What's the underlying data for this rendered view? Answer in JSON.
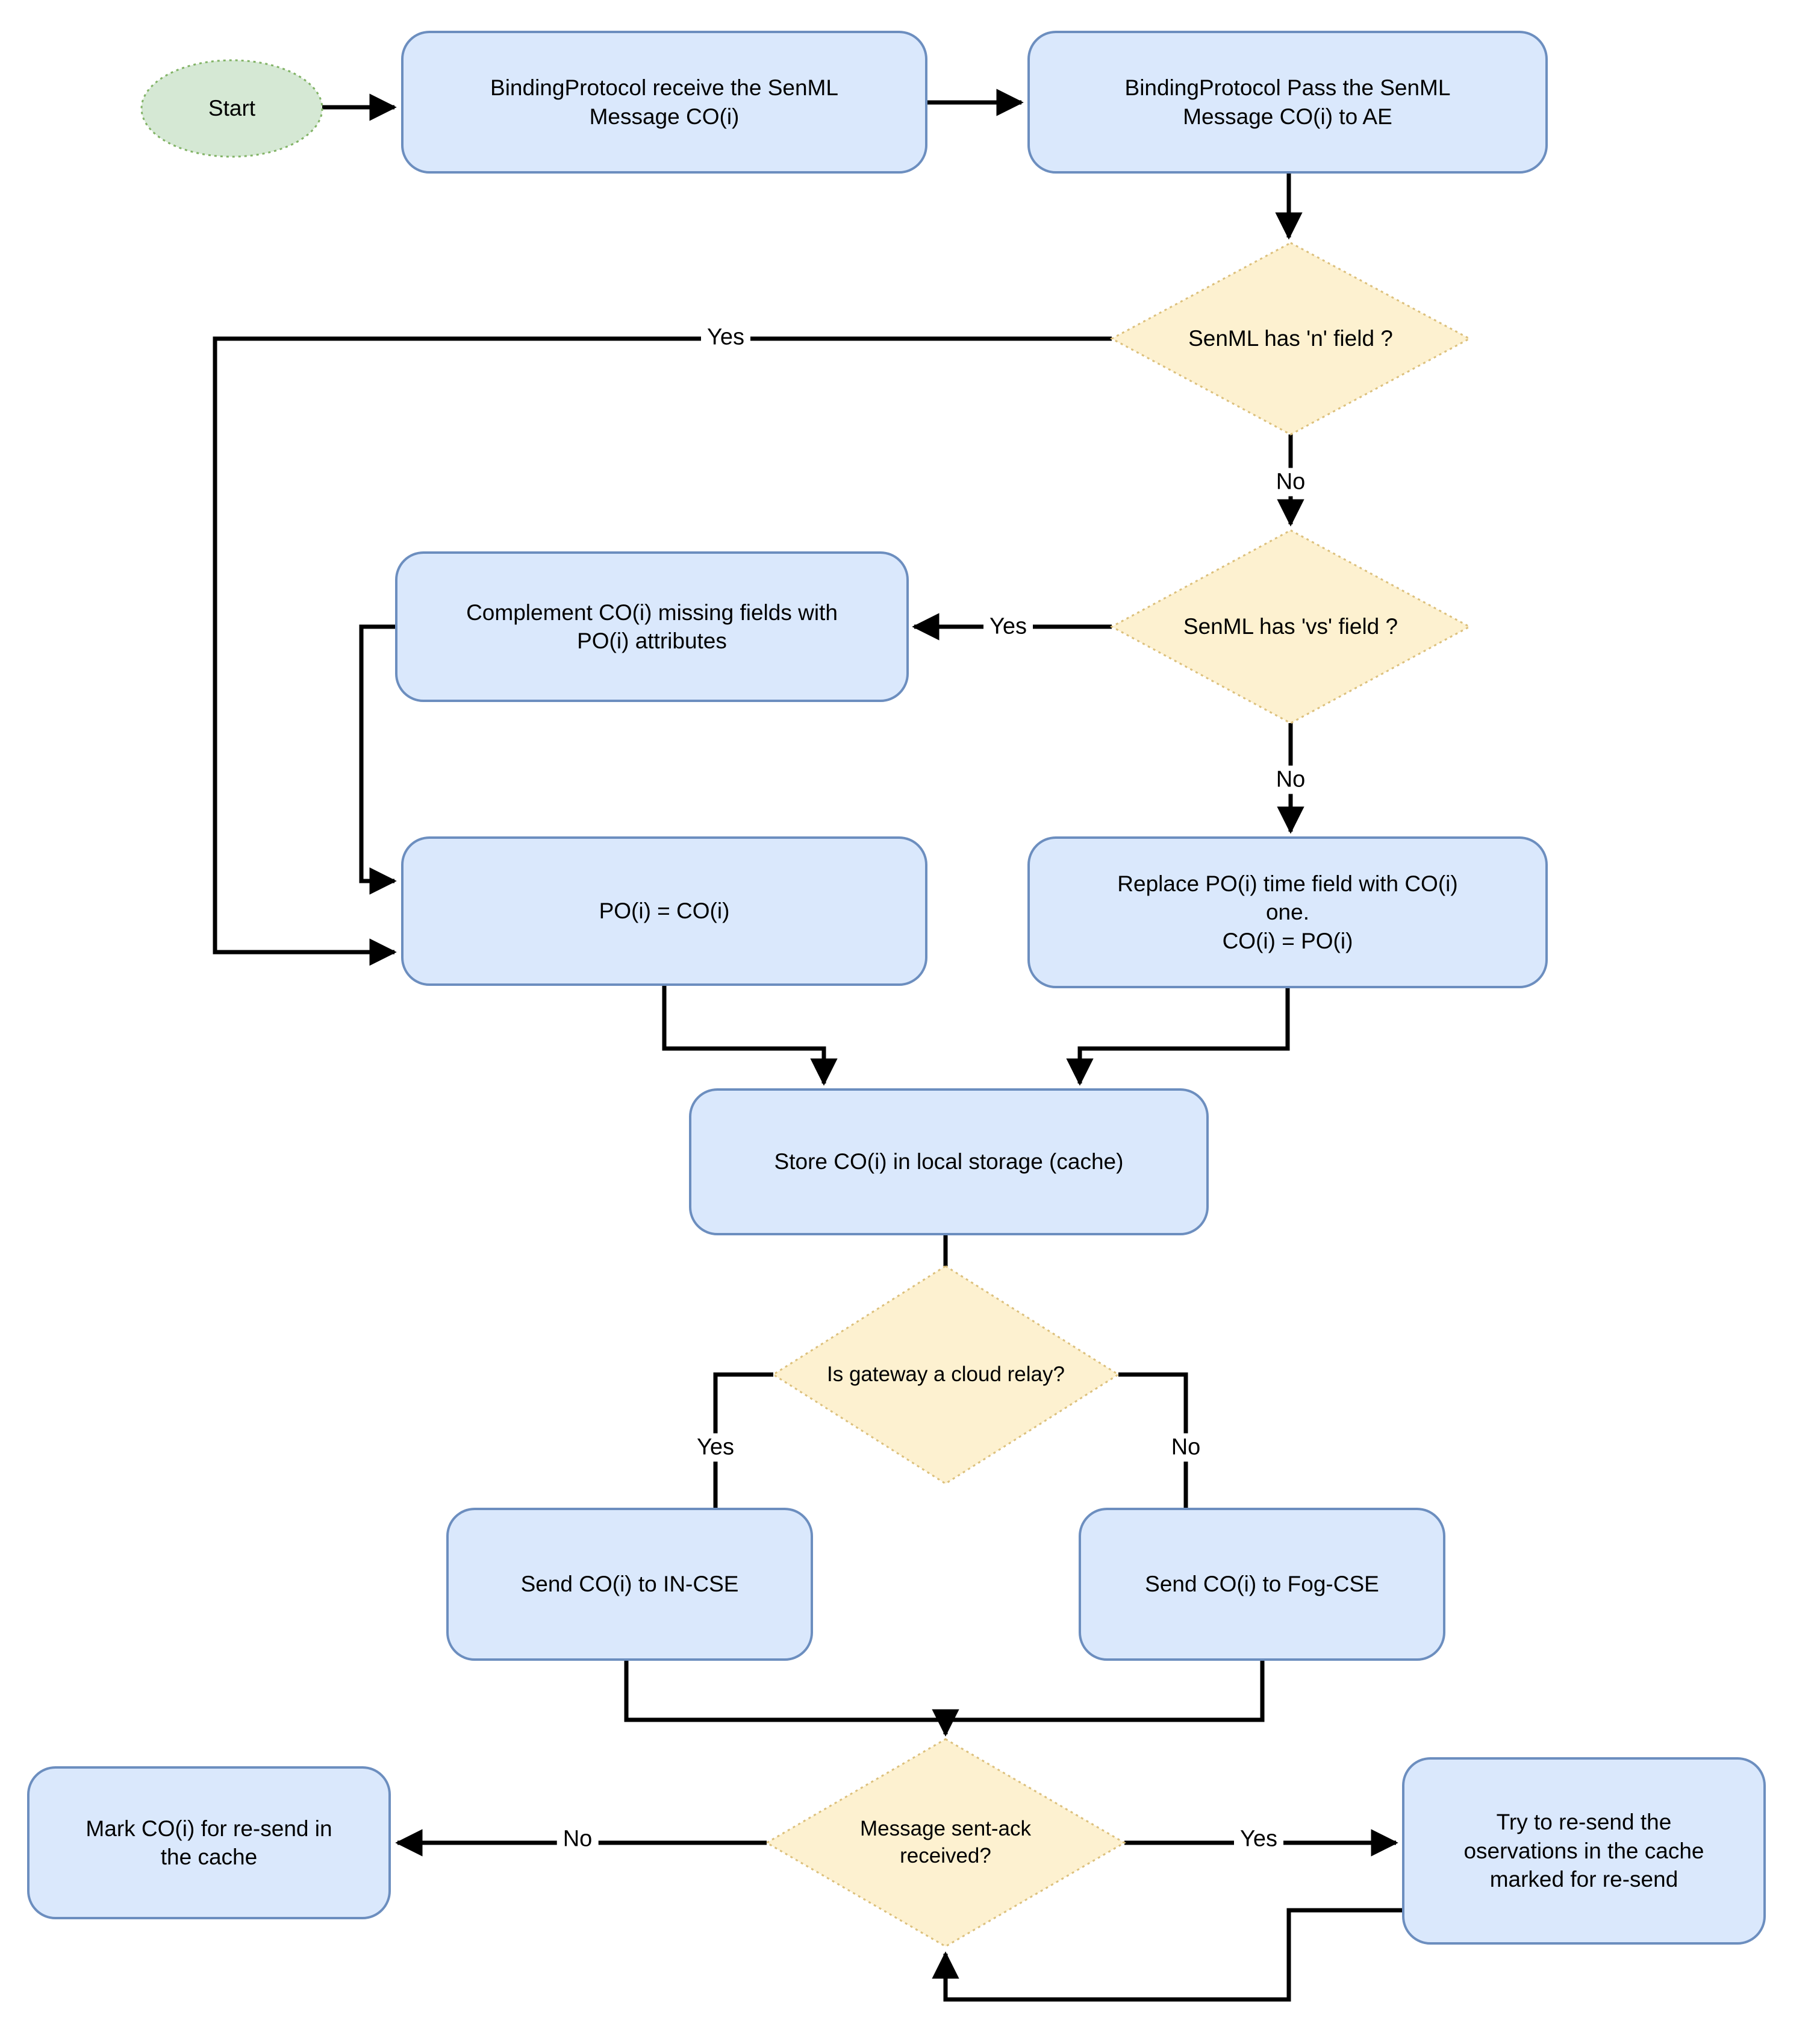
{
  "colors": {
    "process_fill": "#dae8fc",
    "process_stroke": "#6c8ebf",
    "decision_fill": "#fdf1d0",
    "decision_stroke": "#dcc07c",
    "terminator_fill": "#d5e8d4",
    "terminator_stroke": "#82b366",
    "edge_color": "#000000",
    "text_color": "#000000",
    "canvas_bg": "#ffffff"
  },
  "nodes": {
    "start": {
      "label": "Start"
    },
    "receive": {
      "label": "BindingProtocol receive the SenML\nMessage CO(i)"
    },
    "pass": {
      "label": "BindingProtocol Pass the SenML\nMessage CO(i) to AE"
    },
    "has_n_field": {
      "label": "SenML has 'n' field ?"
    },
    "has_vs_field": {
      "label": "SenML has 'vs' field ?"
    },
    "complement": {
      "label": "Complement CO(i) missing fields with\nPO(i) attributes"
    },
    "po_equals_co": {
      "label": "PO(i) = CO(i)"
    },
    "replace_time": {
      "label": "Replace PO(i) time field with CO(i)\none.\nCO(i) = PO(i)"
    },
    "store_cache": {
      "label": "Store CO(i) in local storage (cache)"
    },
    "is_cloud_relay": {
      "label": "Is gateway a cloud relay?"
    },
    "send_incse": {
      "label": "Send CO(i) to IN-CSE"
    },
    "send_fogcse": {
      "label": "Send CO(i) to Fog-CSE"
    },
    "ack_received": {
      "label": "Message sent-ack\nreceived?"
    },
    "mark_resend": {
      "label": "Mark CO(i) for re-send in\nthe cache"
    },
    "try_resend": {
      "label": "Try to re-send the\noservations in the cache\nmarked for re-send"
    }
  },
  "edge_labels": {
    "d1_yes": "Yes",
    "d1_no": "No",
    "d2_yes": "Yes",
    "d2_no": "No",
    "d3_yes": "Yes",
    "d3_no": "No",
    "d4_no": "No",
    "d4_yes": "Yes"
  }
}
